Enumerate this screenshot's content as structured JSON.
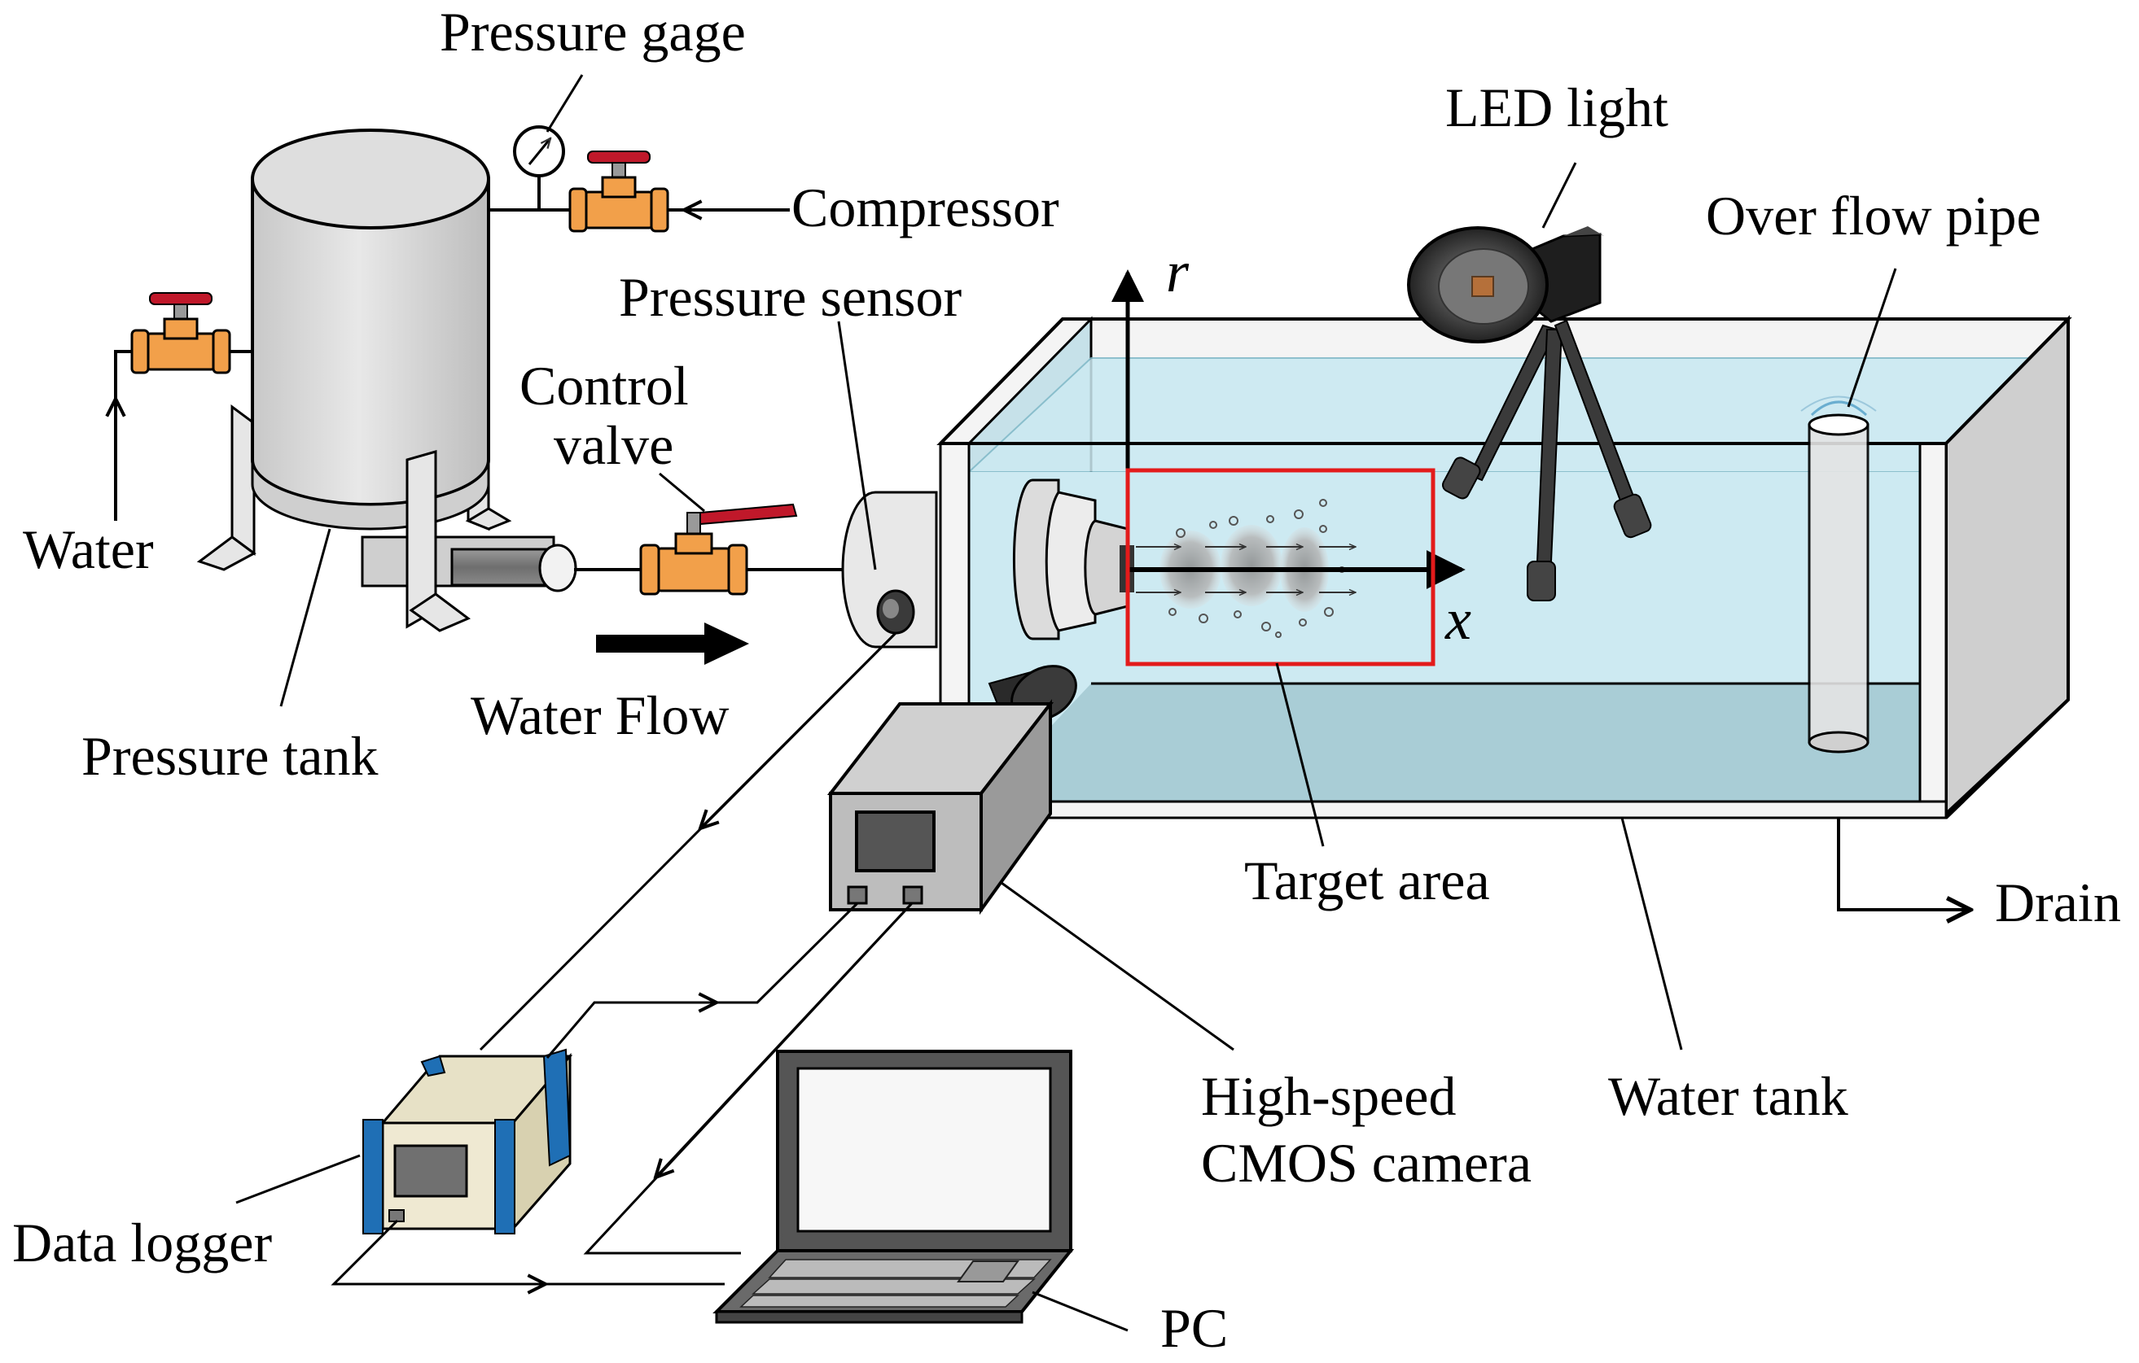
{
  "labels": {
    "pressure_gage": "Pressure gage",
    "led_light": "LED light",
    "compressor": "Compressor",
    "over_flow_pipe": "Over flow pipe",
    "pressure_sensor": "Pressure sensor",
    "control_valve_line1": "Control",
    "control_valve_line2": "valve",
    "water": "Water",
    "pressure_tank": "Pressure tank",
    "water_flow": "Water Flow",
    "target_area": "Target area",
    "drain": "Drain",
    "camera_line1": "High-speed",
    "camera_line2": "CMOS camera",
    "water_tank": "Water tank",
    "data_logger": "Data logger",
    "pc": "PC",
    "axis_r": "r",
    "axis_x": "x"
  },
  "colors": {
    "water": "#cdeaf2",
    "water_deep": "#a9cdd6",
    "valve_body": "#f2a04a",
    "valve_handle": "#c0182a",
    "target_box": "#e31b1b",
    "tank_gray": "#d9d9d9",
    "logger_blue": "#1f6fb5",
    "logger_body": "#efe9d2"
  }
}
